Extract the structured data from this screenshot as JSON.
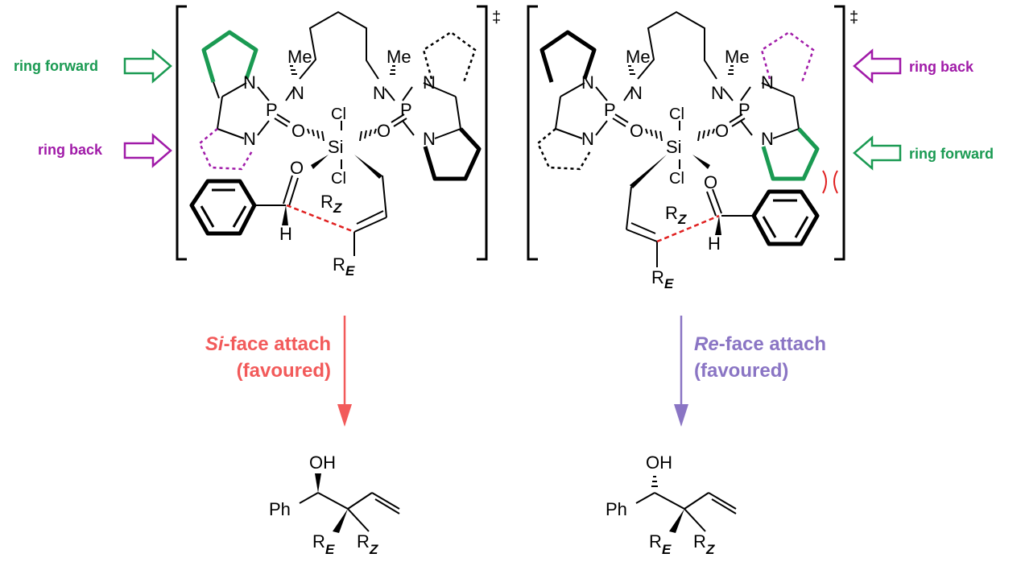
{
  "colors": {
    "green": "#1a9a52",
    "purple": "#a01aa8",
    "red_arrow": "#f25a5a",
    "violet_arrow": "#8a75c4",
    "forming_bond": "#e02020",
    "steric_clash": "#e02020"
  },
  "left_ts": {
    "dagger": "‡",
    "ring_forward_label": "ring forward",
    "ring_back_label": "ring back",
    "atoms": {
      "me1": "Me",
      "me2": "Me",
      "n_amine1": "N",
      "n_amine2": "N",
      "n_ring1": "N",
      "n_ring2": "N",
      "n_ring3": "N",
      "n_ring4": "N",
      "p1": "P",
      "p2": "P",
      "o_p1": "O",
      "o_p2": "O",
      "si": "Si",
      "cl1": "Cl",
      "cl2": "Cl",
      "o_carbonyl": "O",
      "h": "H",
      "r_z": "R",
      "r_z_sub": "Z",
      "r_e": "R",
      "r_e_sub": "E"
    }
  },
  "right_ts": {
    "dagger": "‡",
    "ring_back_label": "ring back",
    "ring_forward_label": "ring forward",
    "atoms": {
      "me1": "Me",
      "me2": "Me",
      "n_amine1": "N",
      "n_amine2": "N",
      "n_ring1": "N",
      "n_ring2": "N",
      "n_ring3": "N",
      "n_ring4": "N",
      "p1": "P",
      "p2": "P",
      "o_p1": "O",
      "o_p2": "O",
      "si": "Si",
      "cl1": "Cl",
      "cl2": "Cl",
      "o_carbonyl": "O",
      "h": "H",
      "r_z": "R",
      "r_z_sub": "Z",
      "r_e": "R",
      "r_e_sub": "E"
    }
  },
  "left_arrow": {
    "face_italic": "Si",
    "line1_rest": "-face attach",
    "line2": "(favoured)"
  },
  "right_arrow": {
    "face_italic": "Re",
    "line1_rest": "-face attach",
    "line2": "(favoured)"
  },
  "left_product": {
    "oh": "OH",
    "ph": "Ph",
    "r_e": "R",
    "r_e_sub": "E",
    "r_z": "R",
    "r_z_sub": "Z"
  },
  "right_product": {
    "oh": "OH",
    "ph": "Ph",
    "r_e": "R",
    "r_e_sub": "E",
    "r_z": "R",
    "r_z_sub": "Z"
  }
}
